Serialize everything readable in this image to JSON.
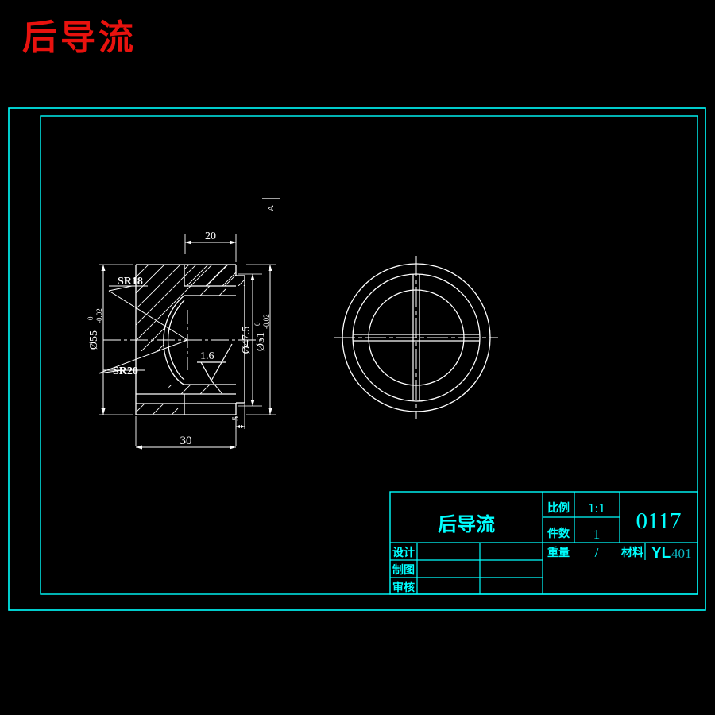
{
  "document": {
    "title": "后导流",
    "title_color": "#e8120e",
    "background_color": "#000000",
    "line_color": "#ffffff",
    "border_color": "#00ffff",
    "text_color": "#ffffff"
  },
  "drawing": {
    "views": [
      {
        "name": "section-view",
        "label": "cross-section",
        "description": "左侧剖视图"
      },
      {
        "name": "front-view",
        "label": "circular view",
        "description": "右侧正视图"
      }
    ],
    "section_marker": "A",
    "dimensions": {
      "top_width": "20",
      "bottom_width": "30",
      "small_step": "5",
      "left_diameter": "ø55",
      "left_diameter_upper_tol": "0",
      "left_diameter_lower_tol": "-0.02",
      "right_diameter_inner": "ø47.5",
      "right_diameter_outer": "ø51",
      "right_diameter_outer_upper_tol": "0",
      "right_diameter_outer_lower_tol": "-0.02",
      "radius_inner": "SR18",
      "radius_outer": "SR20",
      "roughness": "1.6"
    }
  },
  "title_block": {
    "part_name": "后导流",
    "drawing_number": "0117",
    "rows": [
      {
        "label": "比例",
        "value": "1:1"
      },
      {
        "label": "件数",
        "value": "1"
      },
      {
        "label": "重量",
        "value": "/"
      }
    ],
    "material_label": "材料",
    "material_value_bold": "YL",
    "material_value_light": "401",
    "sign_rows": [
      {
        "label": "设计",
        "name": "",
        "date": ""
      },
      {
        "label": "制图",
        "name": "",
        "date": ""
      },
      {
        "label": "审核",
        "name": "",
        "date": ""
      }
    ]
  }
}
